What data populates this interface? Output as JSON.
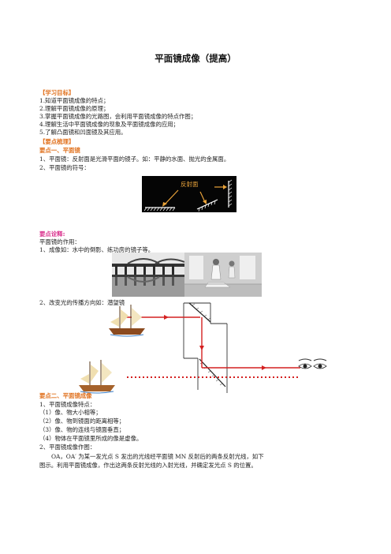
{
  "title": "平面镜成像（提高）",
  "goals_heading": "【学习目标】",
  "goals": [
    "1.知道平面镜成像的特点；",
    "2.理解平面镜成像的原理；",
    "3.掌握平面镜成像的光路图，会利用平面镜成像的特点作图；",
    "4.理解生活中平面镜成像的现象及平面镜成像的应用；",
    "5.了解凸面镜和凹面镜及其应用。"
  ],
  "summary_heading": "【要点梳理】",
  "point1_heading": "要点一、平面镜",
  "point1_lines": [
    "1、平面镜：反射面是光滑平面的镜子。如：平静的水面、抛光的金属面。",
    "2、平面镜的符号："
  ],
  "mirror_label": "反射面",
  "explain_heading": "要点诠释:",
  "explain_lines": [
    "平面镜的作用：",
    "1、成像如：水中的倒影、练功房的镜子等。"
  ],
  "periscope_line": "2、改变光的传播方向如：潜望镜",
  "point2_heading": "要点二、平面镜成像",
  "point2_lines": [
    "1、平面镜成像特点：",
    "（1）像、物大小相等；",
    "（2）像、物到镜面的距离相等；",
    "（3）像、物的连线与镜面垂直；",
    "（4）物体在平面镜里所成的像是虚像。",
    "2、平面镜成像作图："
  ],
  "task_line1": "OA，OA′ 为某一发光点 S 发出的光线经平面镜 MN 反射后的两条反射光线，如下",
  "task_line2": "图示。利用平面镜成像，作出这两条反射光线的入射光线，并确定发光点 S 的位置。",
  "colors": {
    "orange": "#e0701c",
    "magenta": "#d92f8c",
    "ray_red": "#d42020",
    "arrow_orange": "#e8a23a"
  }
}
